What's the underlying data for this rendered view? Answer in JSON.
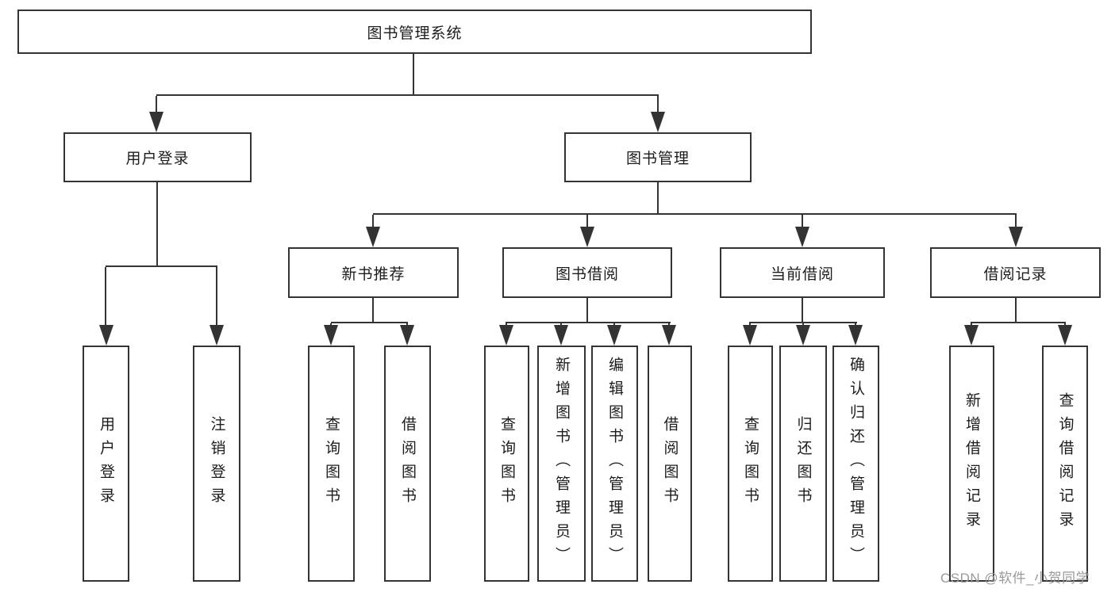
{
  "tree": {
    "root": "图书管理系统",
    "branches": [
      {
        "label": "用户登录",
        "children": [
          "用户登录",
          "注销登录"
        ]
      },
      {
        "label": "图书管理",
        "sections": [
          {
            "label": "新书推荐",
            "children": [
              "查询图书",
              "借阅图书"
            ]
          },
          {
            "label": "图书借阅",
            "children": [
              "查询图书",
              "新增图书（管理员）",
              "编辑图书（管理员）",
              "借阅图书"
            ]
          },
          {
            "label": "当前借阅",
            "children": [
              "查询图书",
              "归还图书",
              "确认归还（管理员）"
            ]
          },
          {
            "label": "借阅记录",
            "children": [
              "新增借阅记录",
              "查询借阅记录"
            ]
          }
        ]
      }
    ]
  },
  "watermark": "CSDN @软件_小贺同学",
  "colors": {
    "line": "#333333",
    "text": "#1c1c1c",
    "watermark": "#9a9a9a",
    "background": "#ffffff"
  }
}
